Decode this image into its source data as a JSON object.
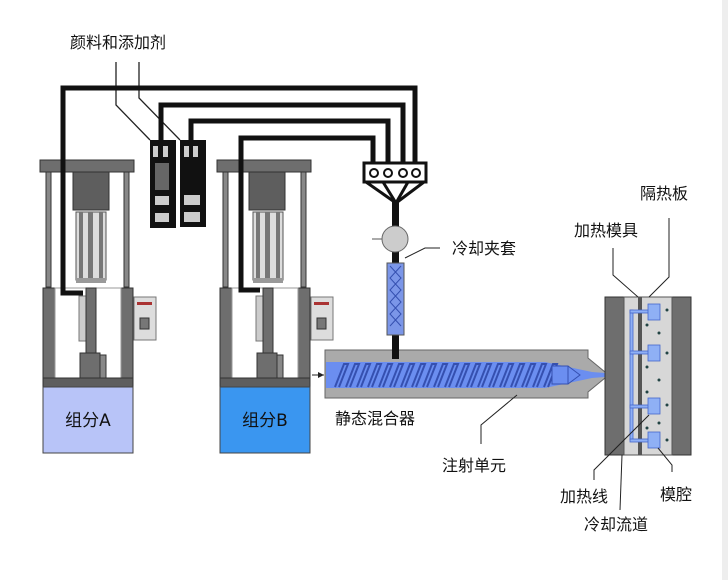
{
  "labels": {
    "pigment_additive": "颜料和添加剂",
    "component_a": "组分A",
    "component_b": "组分B",
    "cooling_jacket": "冷却夹套",
    "static_mixer": "静态混合器",
    "injection_unit": "注射单元",
    "insulation_plate": "隔热板",
    "heated_mold": "加热模具",
    "heating_wire": "加热线",
    "mold_cavity": "模腔",
    "cooling_channel": "冷却流道"
  },
  "colors": {
    "component_a_tank": "#b8c4f8",
    "component_b_tank": "#3a96f0",
    "material_blue": "#6b8ef0",
    "machine_grey": "#6e6e6e",
    "pipe": "#111111"
  }
}
